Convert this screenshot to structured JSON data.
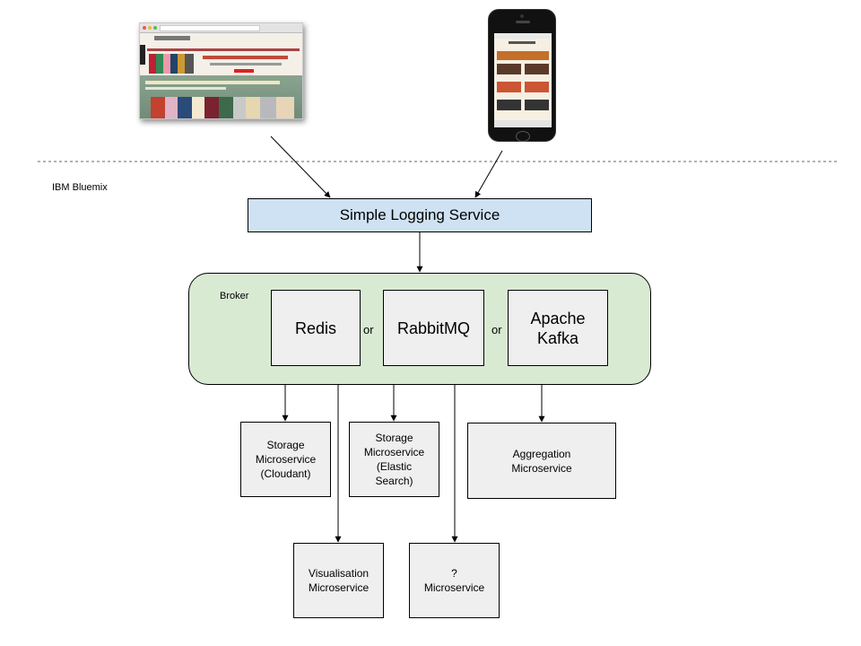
{
  "environment_label": "IBM Bluemix",
  "logging_service": {
    "label": "Simple Logging Service",
    "color": "#cfe2f3"
  },
  "broker": {
    "label": "Broker",
    "color": "#d9ead3",
    "options": [
      {
        "label": "Redis"
      },
      {
        "label": "RabbitMQ"
      },
      {
        "label": "Apache\nKafka"
      }
    ],
    "separators": [
      "or",
      "or"
    ]
  },
  "microservices": {
    "storage_cloudant": "Storage\nMicroservice\n(Cloudant)",
    "storage_elastic": "Storage\nMicroservice\n(Elastic\nSearch)",
    "aggregation": "Aggregation\nMicroservice",
    "visualisation": "Visualisation\nMicroservice",
    "unknown": "?\nMicroservice"
  },
  "clients": [
    {
      "icon": "desktop-browser-screenshot"
    },
    {
      "icon": "mobile-phone-screenshot"
    }
  ]
}
